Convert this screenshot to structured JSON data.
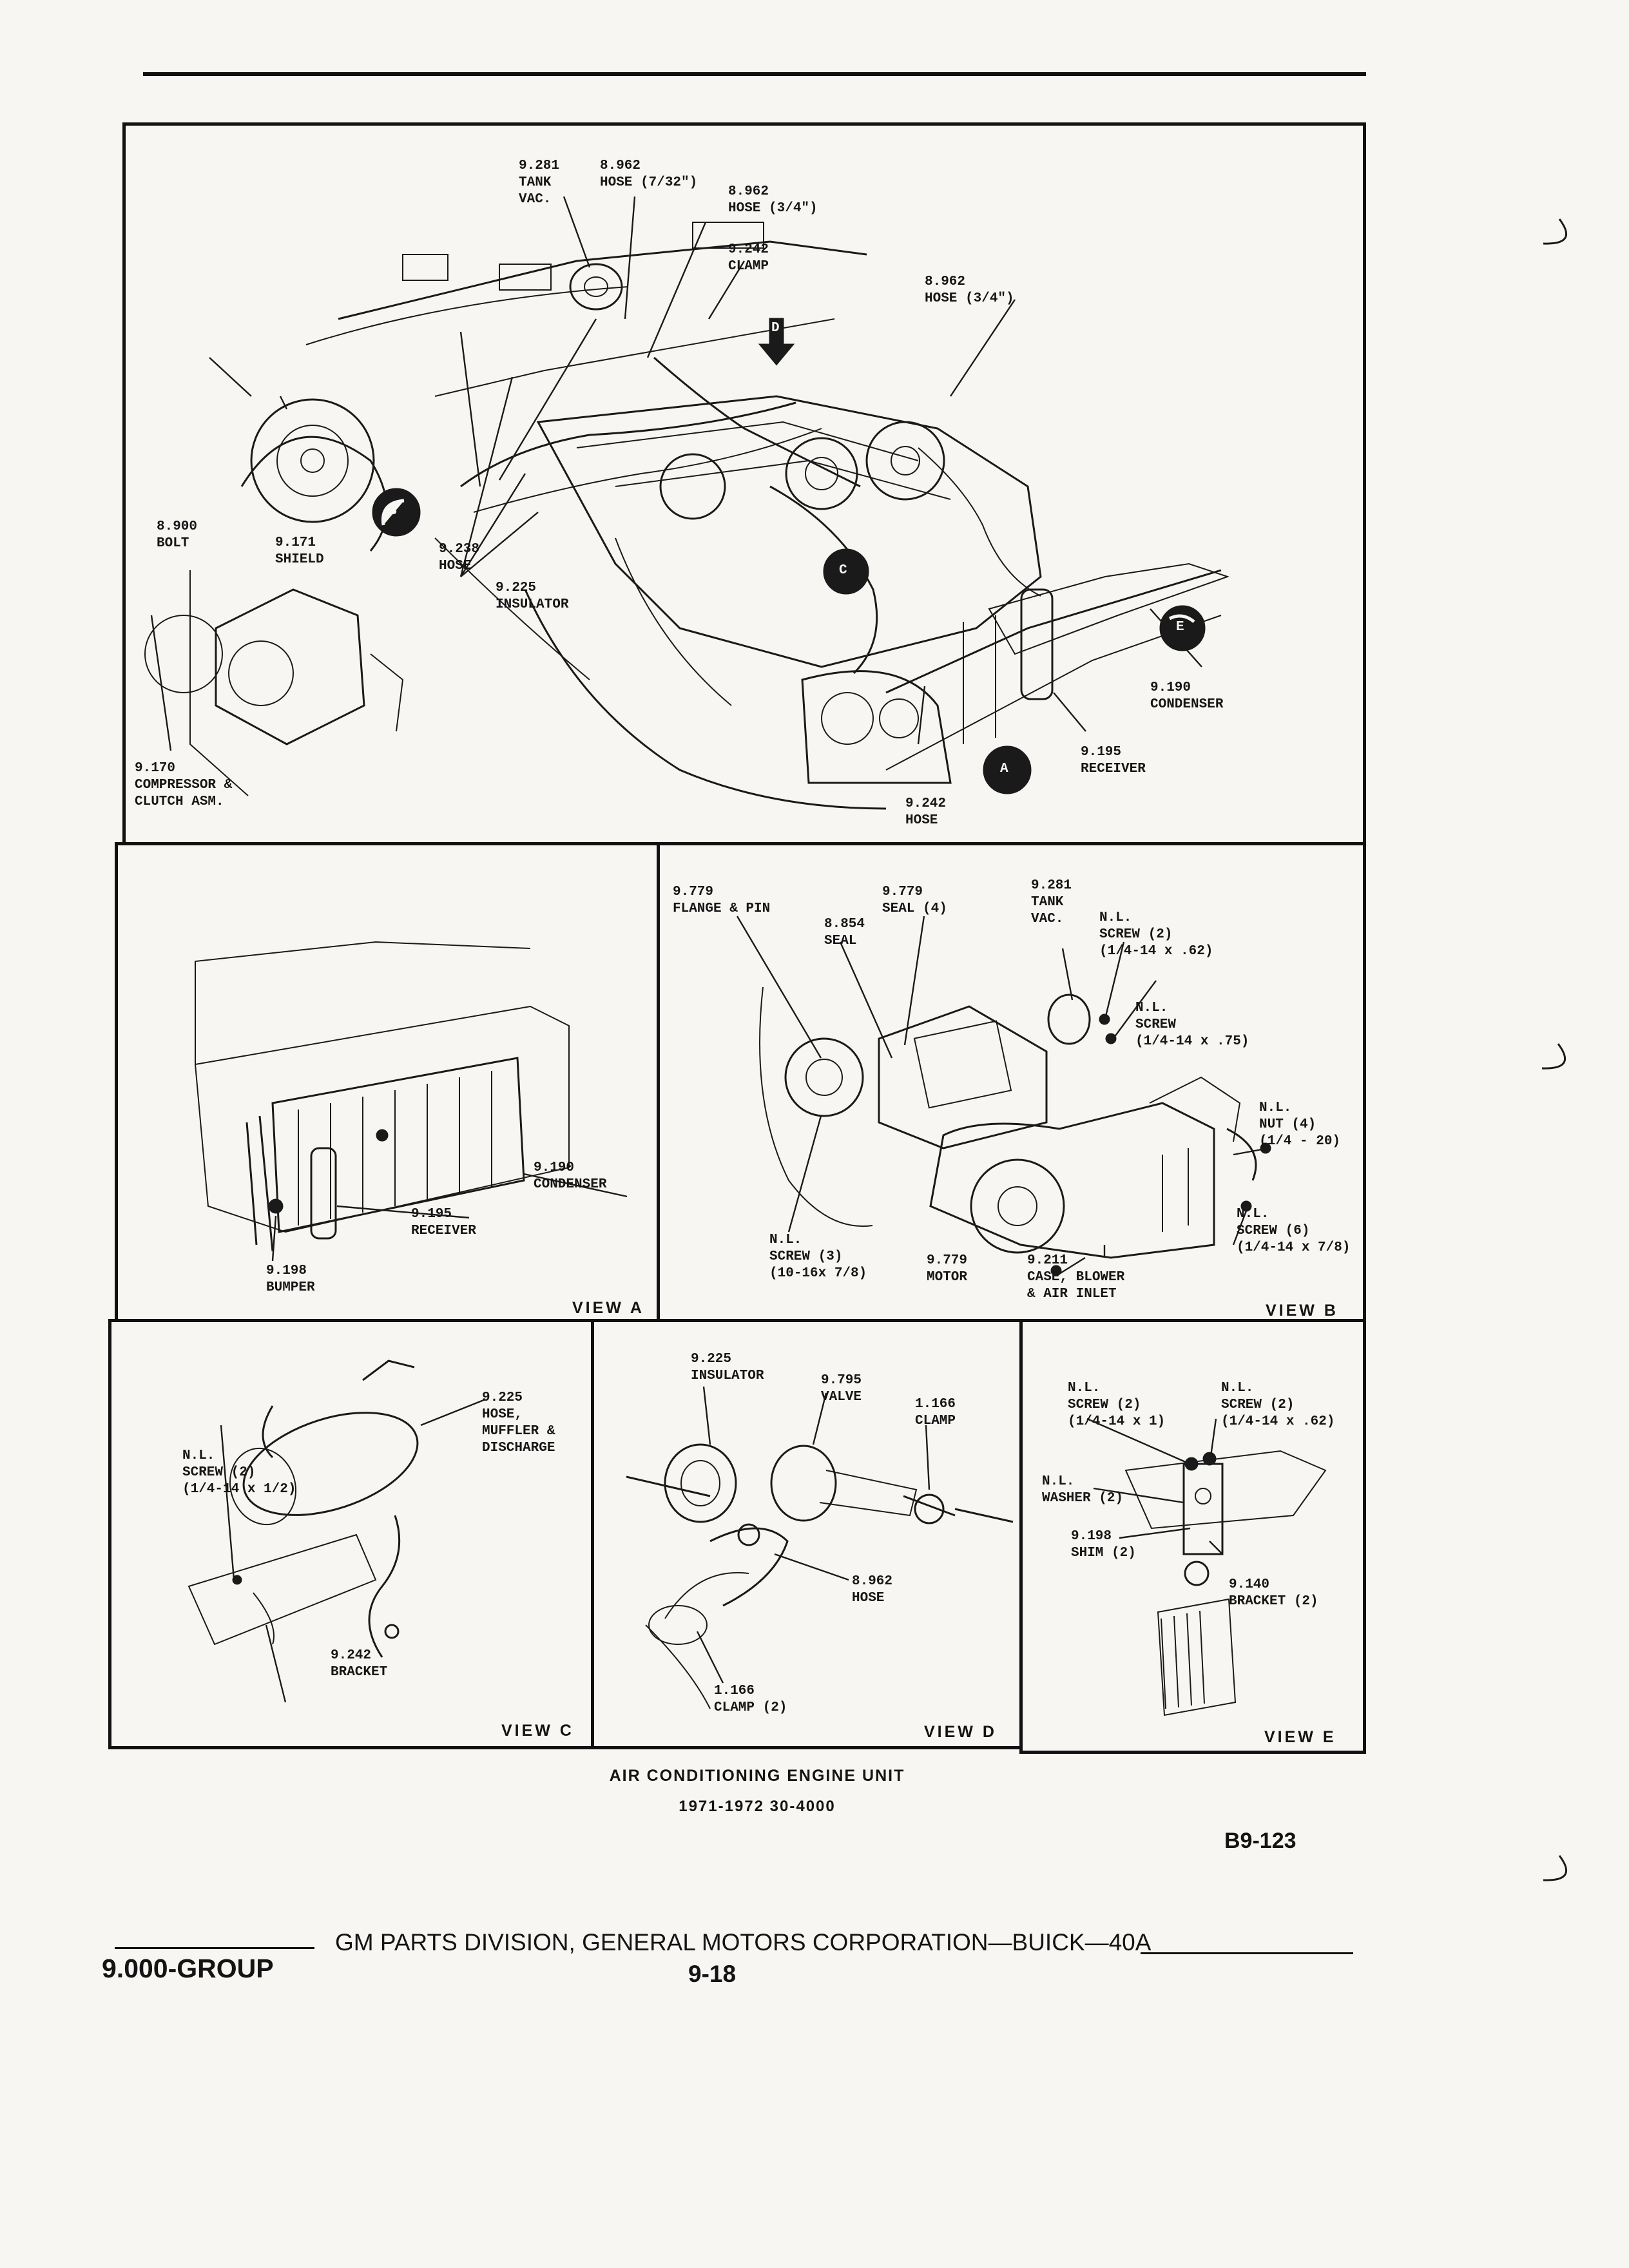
{
  "diagram_labels": {
    "main": [
      {
        "text": "9.281\nTANK\nVAC."
      },
      {
        "text": "8.962\nHOSE (7/32\")"
      },
      {
        "text": "8.962\nHOSE (3/4\")"
      },
      {
        "text": "9.242\nCLAMP"
      },
      {
        "text": "8.962\nHOSE (3/4\")"
      },
      {
        "text": "8.900\nBOLT"
      },
      {
        "text": "9.171\nSHIELD"
      },
      {
        "text": "9.238\nHOSE"
      },
      {
        "text": "9.225\nINSULATOR"
      },
      {
        "text": "9.190\nCONDENSER"
      },
      {
        "text": "9.195\nRECEIVER"
      },
      {
        "text": "9.170\nCOMPRESSOR &\nCLUTCH ASM."
      },
      {
        "text": "9.242\nHOSE"
      }
    ],
    "view_a": [
      {
        "text": "9.190\nCONDENSER"
      },
      {
        "text": "9.195\nRECEIVER"
      },
      {
        "text": "9.198\nBUMPER"
      }
    ],
    "view_b": [
      {
        "text": "9.779\nFLANGE & PIN"
      },
      {
        "text": "8.854\nSEAL"
      },
      {
        "text": "9.779\nSEAL (4)"
      },
      {
        "text": "9.281\nTANK\nVAC."
      },
      {
        "text": "N.L.\nSCREW (2)\n(1/4-14 x .62)"
      },
      {
        "text": "N.L.\nSCREW\n(1/4-14 x .75)"
      },
      {
        "text": "N.L.\nNUT (4)\n(1/4 - 20)"
      },
      {
        "text": "N.L.\nSCREW (6)\n(1/4-14 x 7/8)"
      },
      {
        "text": "N.L.\nSCREW (3)\n(10-16x 7/8)"
      },
      {
        "text": "9.779\nMOTOR"
      },
      {
        "text": "9.211\nCASE, BLOWER\n& AIR INLET"
      }
    ],
    "view_c": [
      {
        "text": "9.225\nHOSE,\nMUFFLER &\nDISCHARGE"
      },
      {
        "text": "N.L.\nSCREW (2)\n(1/4-14 x 1/2)"
      },
      {
        "text": "9.242\nBRACKET"
      }
    ],
    "view_d": [
      {
        "text": "9.225\nINSULATOR"
      },
      {
        "text": "9.795\nVALVE"
      },
      {
        "text": "1.166\nCLAMP"
      },
      {
        "text": "8.962\nHOSE"
      },
      {
        "text": "1.166\nCLAMP (2)"
      }
    ],
    "view_e": [
      {
        "text": "N.L.\nSCREW (2)\n(1/4-14 x 1)"
      },
      {
        "text": "N.L.\nSCREW (2)\n(1/4-14 x .62)"
      },
      {
        "text": "N.L.\nWASHER (2)"
      },
      {
        "text": "9.198\nSHIM (2)"
      },
      {
        "text": "9.140\nBRACKET (2)"
      }
    ]
  },
  "view_titles": {
    "a": "VIEW A",
    "b": "VIEW B",
    "c": "VIEW C",
    "d": "VIEW D",
    "e": "VIEW E"
  },
  "callout_letters": [
    "B",
    "D",
    "C",
    "E",
    "A"
  ],
  "caption": {
    "title": "AIR CONDITIONING ENGINE UNIT",
    "subtitle": "1971-1972 30-4000"
  },
  "page_ref": "B9-123",
  "footer": {
    "group": "9.000-GROUP",
    "division": "GM PARTS DIVISION, GENERAL MOTORS CORPORATION—BUICK—40A",
    "page_number": "9-18"
  },
  "colors": {
    "ink": "#141414",
    "paper": "#f7f6f3"
  }
}
